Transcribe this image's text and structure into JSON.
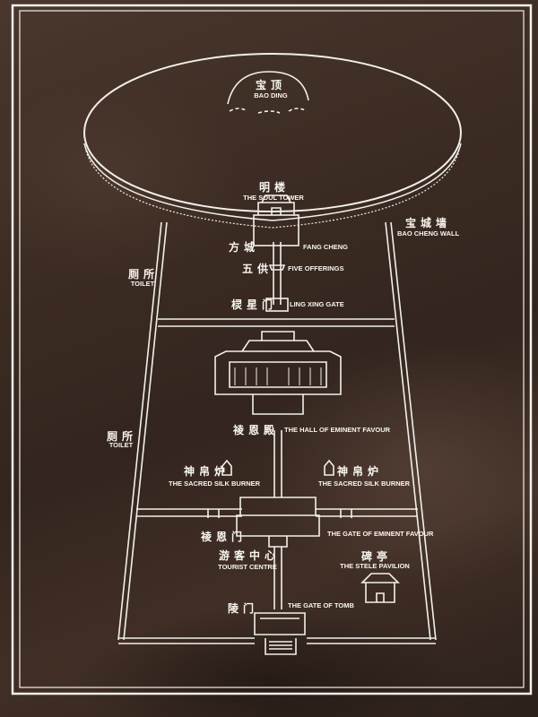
{
  "labels": {
    "bao_ding": {
      "cn": "宝顶",
      "en": "BAO DING"
    },
    "soul_tower": {
      "cn": "明楼",
      "en": "THE SOUL TOWER"
    },
    "bao_cheng_wall": {
      "cn": "宝城墙",
      "en": "BAO CHENG WALL"
    },
    "fang_cheng": {
      "cn": "方城",
      "en": "FANG CHENG"
    },
    "five_offerings": {
      "cn": "五供",
      "en": "FIVE OFFERINGS"
    },
    "ling_xing_gate": {
      "cn": "棂星门",
      "en": "LING XING GATE"
    },
    "toilet_top": {
      "cn": "厕所",
      "en": "TOILET"
    },
    "toilet_mid": {
      "cn": "厕所",
      "en": "TOILET"
    },
    "hall_eminent_favour": {
      "cn": "祾恩殿",
      "en": "THE HALL OF EMINENT FAVOUR"
    },
    "silk_burner_left": {
      "cn": "神帛炉",
      "en": "THE SACRED SILK BURNER"
    },
    "silk_burner_right": {
      "cn": "神帛炉",
      "en": "THE SACRED SILK BURNER"
    },
    "gate_eminent_favour": {
      "cn": "祾恩门",
      "en": "THE GATE OF EMINENT FAVOUR"
    },
    "tourist_centre": {
      "cn": "游客中心",
      "en": "TOURIST CENTRE"
    },
    "stele_pavilion": {
      "cn": "碑亭",
      "en": "THE STELE PAVILION"
    },
    "gate_of_tomb": {
      "cn": "陵门",
      "en": "THE GATE OF TOMB"
    }
  },
  "colors": {
    "board": "#3a2b23",
    "line": "#f2f0ea"
  }
}
